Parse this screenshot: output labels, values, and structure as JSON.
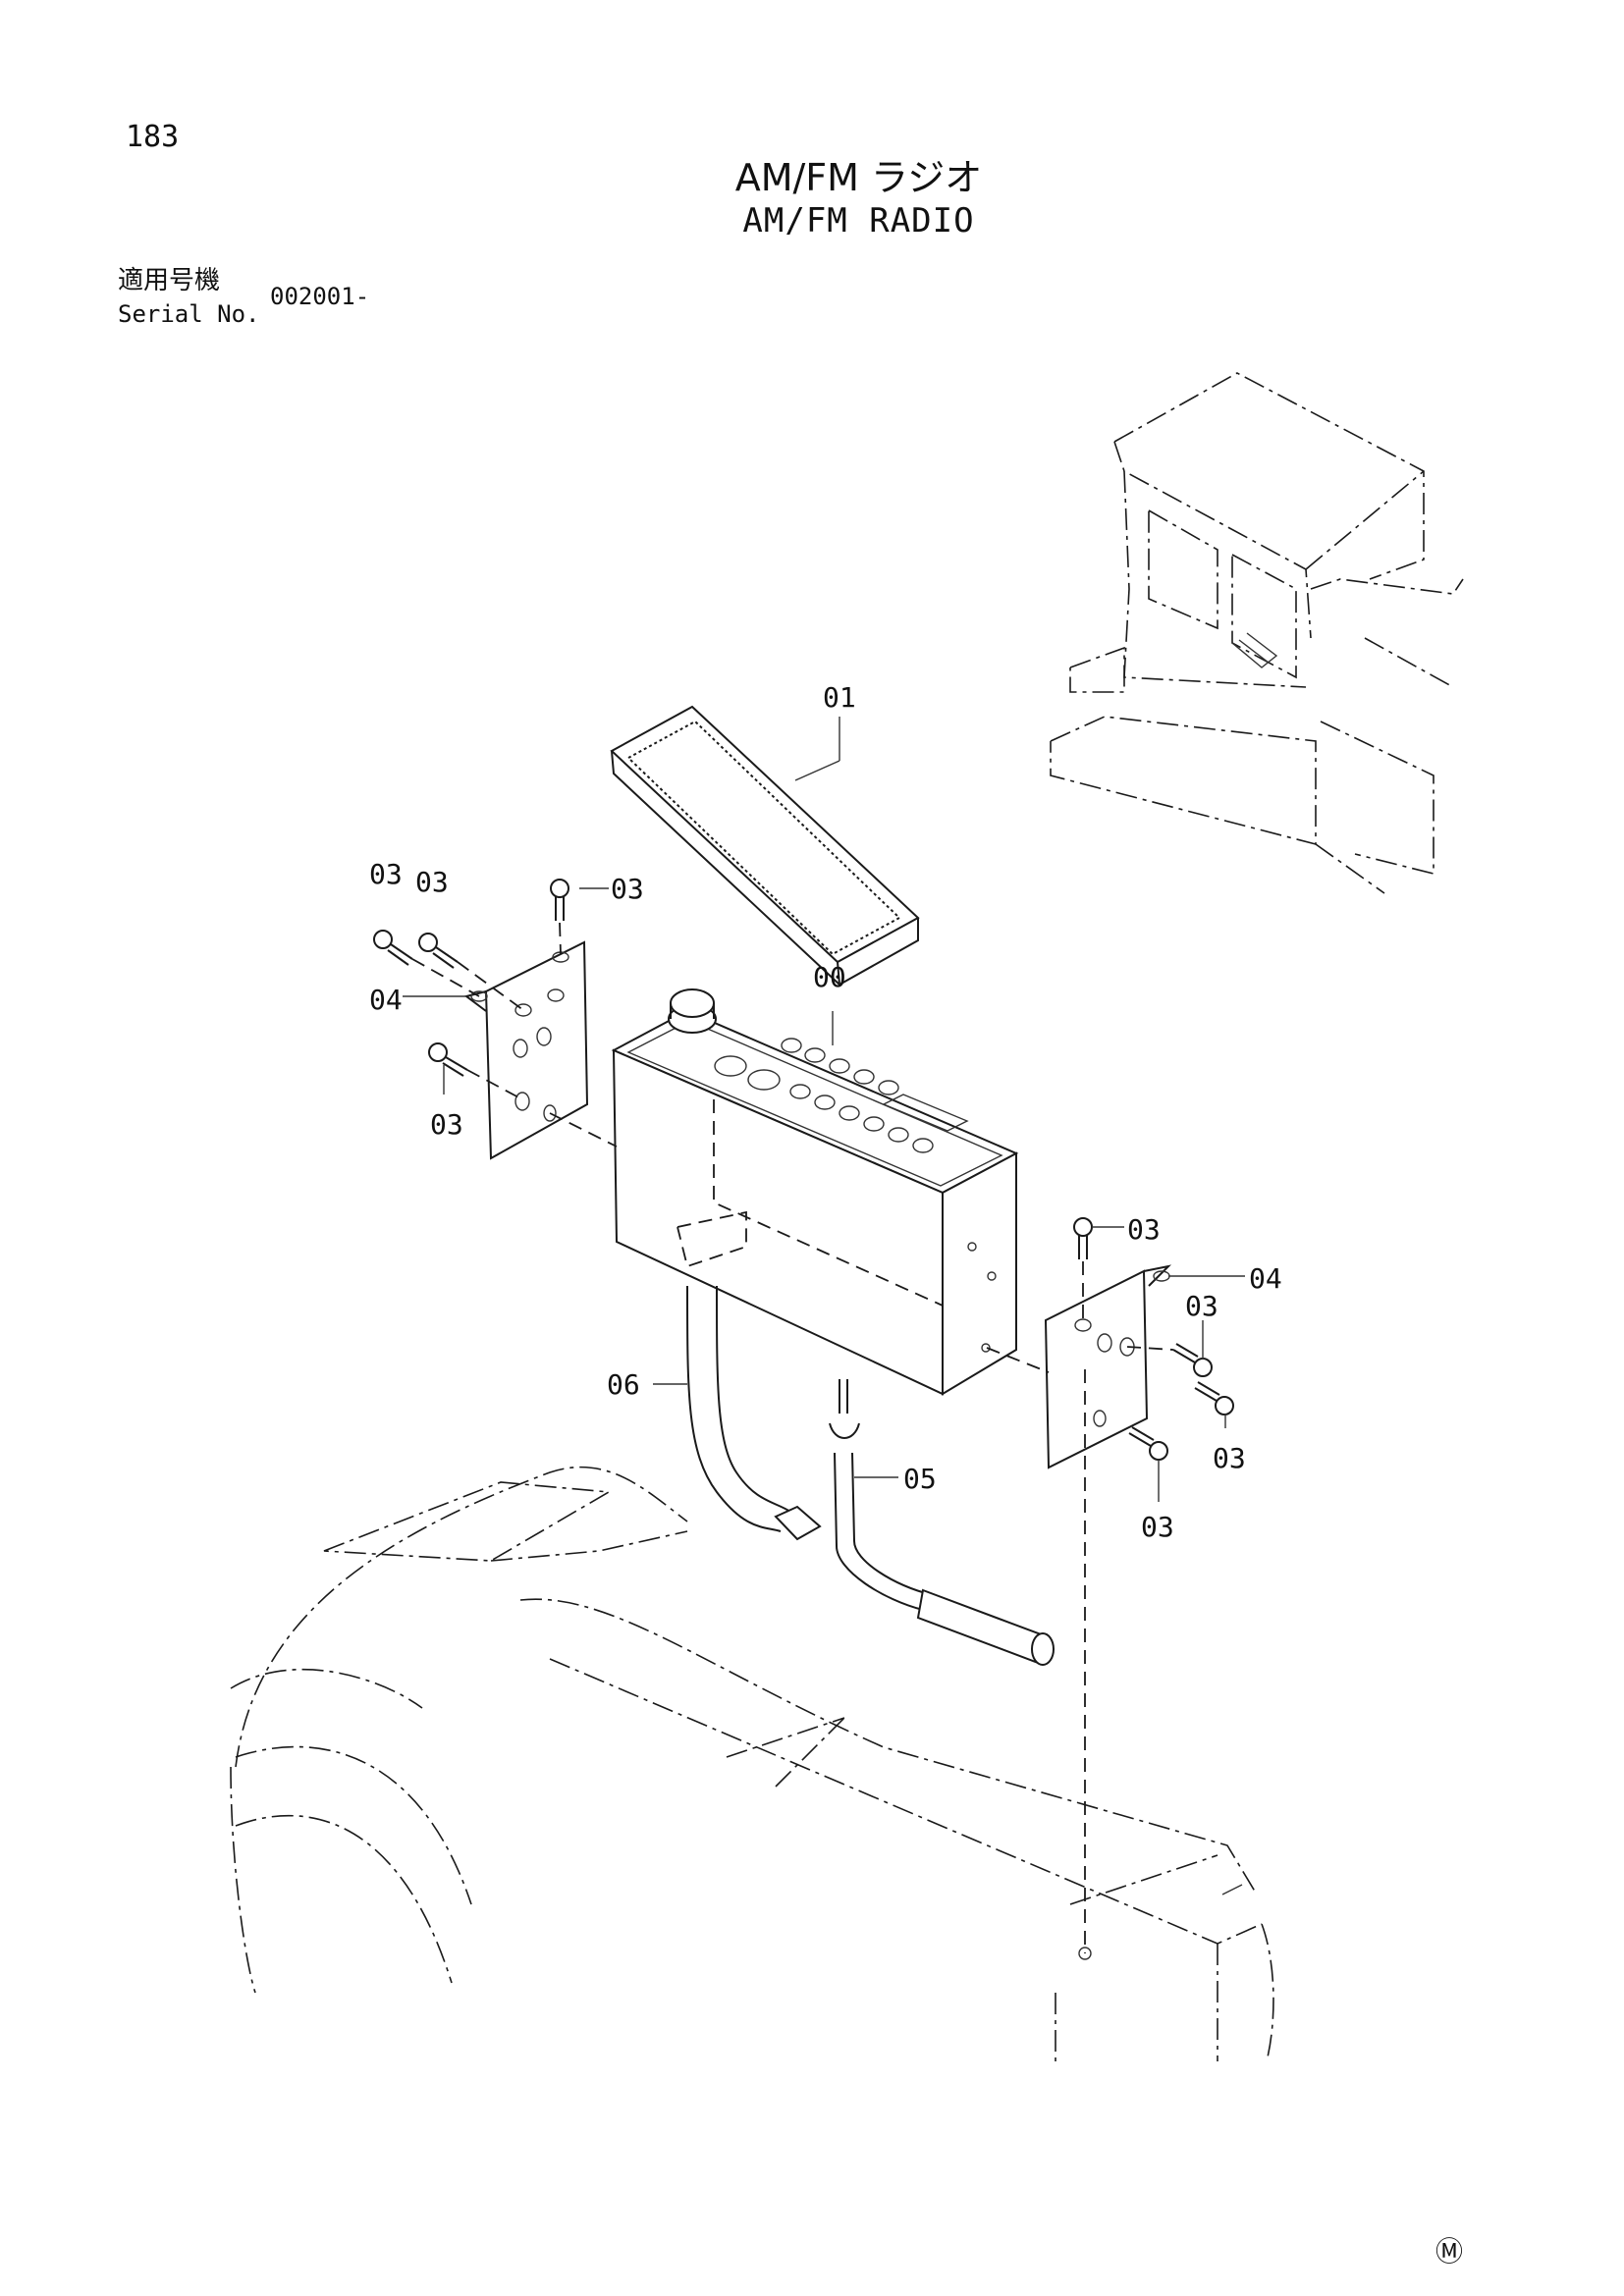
{
  "page": {
    "number": "183",
    "title_jp": "AM/FM ラジオ",
    "title_en": "AM/FM RADIO",
    "serial_label_jp": "適用号機",
    "serial_label_en": "Serial No.",
    "serial_value": "002001-",
    "corner_mark": "Ⓜ"
  },
  "callouts": {
    "c01": "01",
    "c00": "00",
    "c03_a": "03",
    "c03_b": "03",
    "c03_c": "03",
    "c04_left": "04",
    "c03_d": "03",
    "c03_e": "03",
    "c04_right": "04",
    "c03_f": "03",
    "c03_g": "03",
    "c03_h": "03",
    "c06": "06",
    "c05": "05"
  }
}
